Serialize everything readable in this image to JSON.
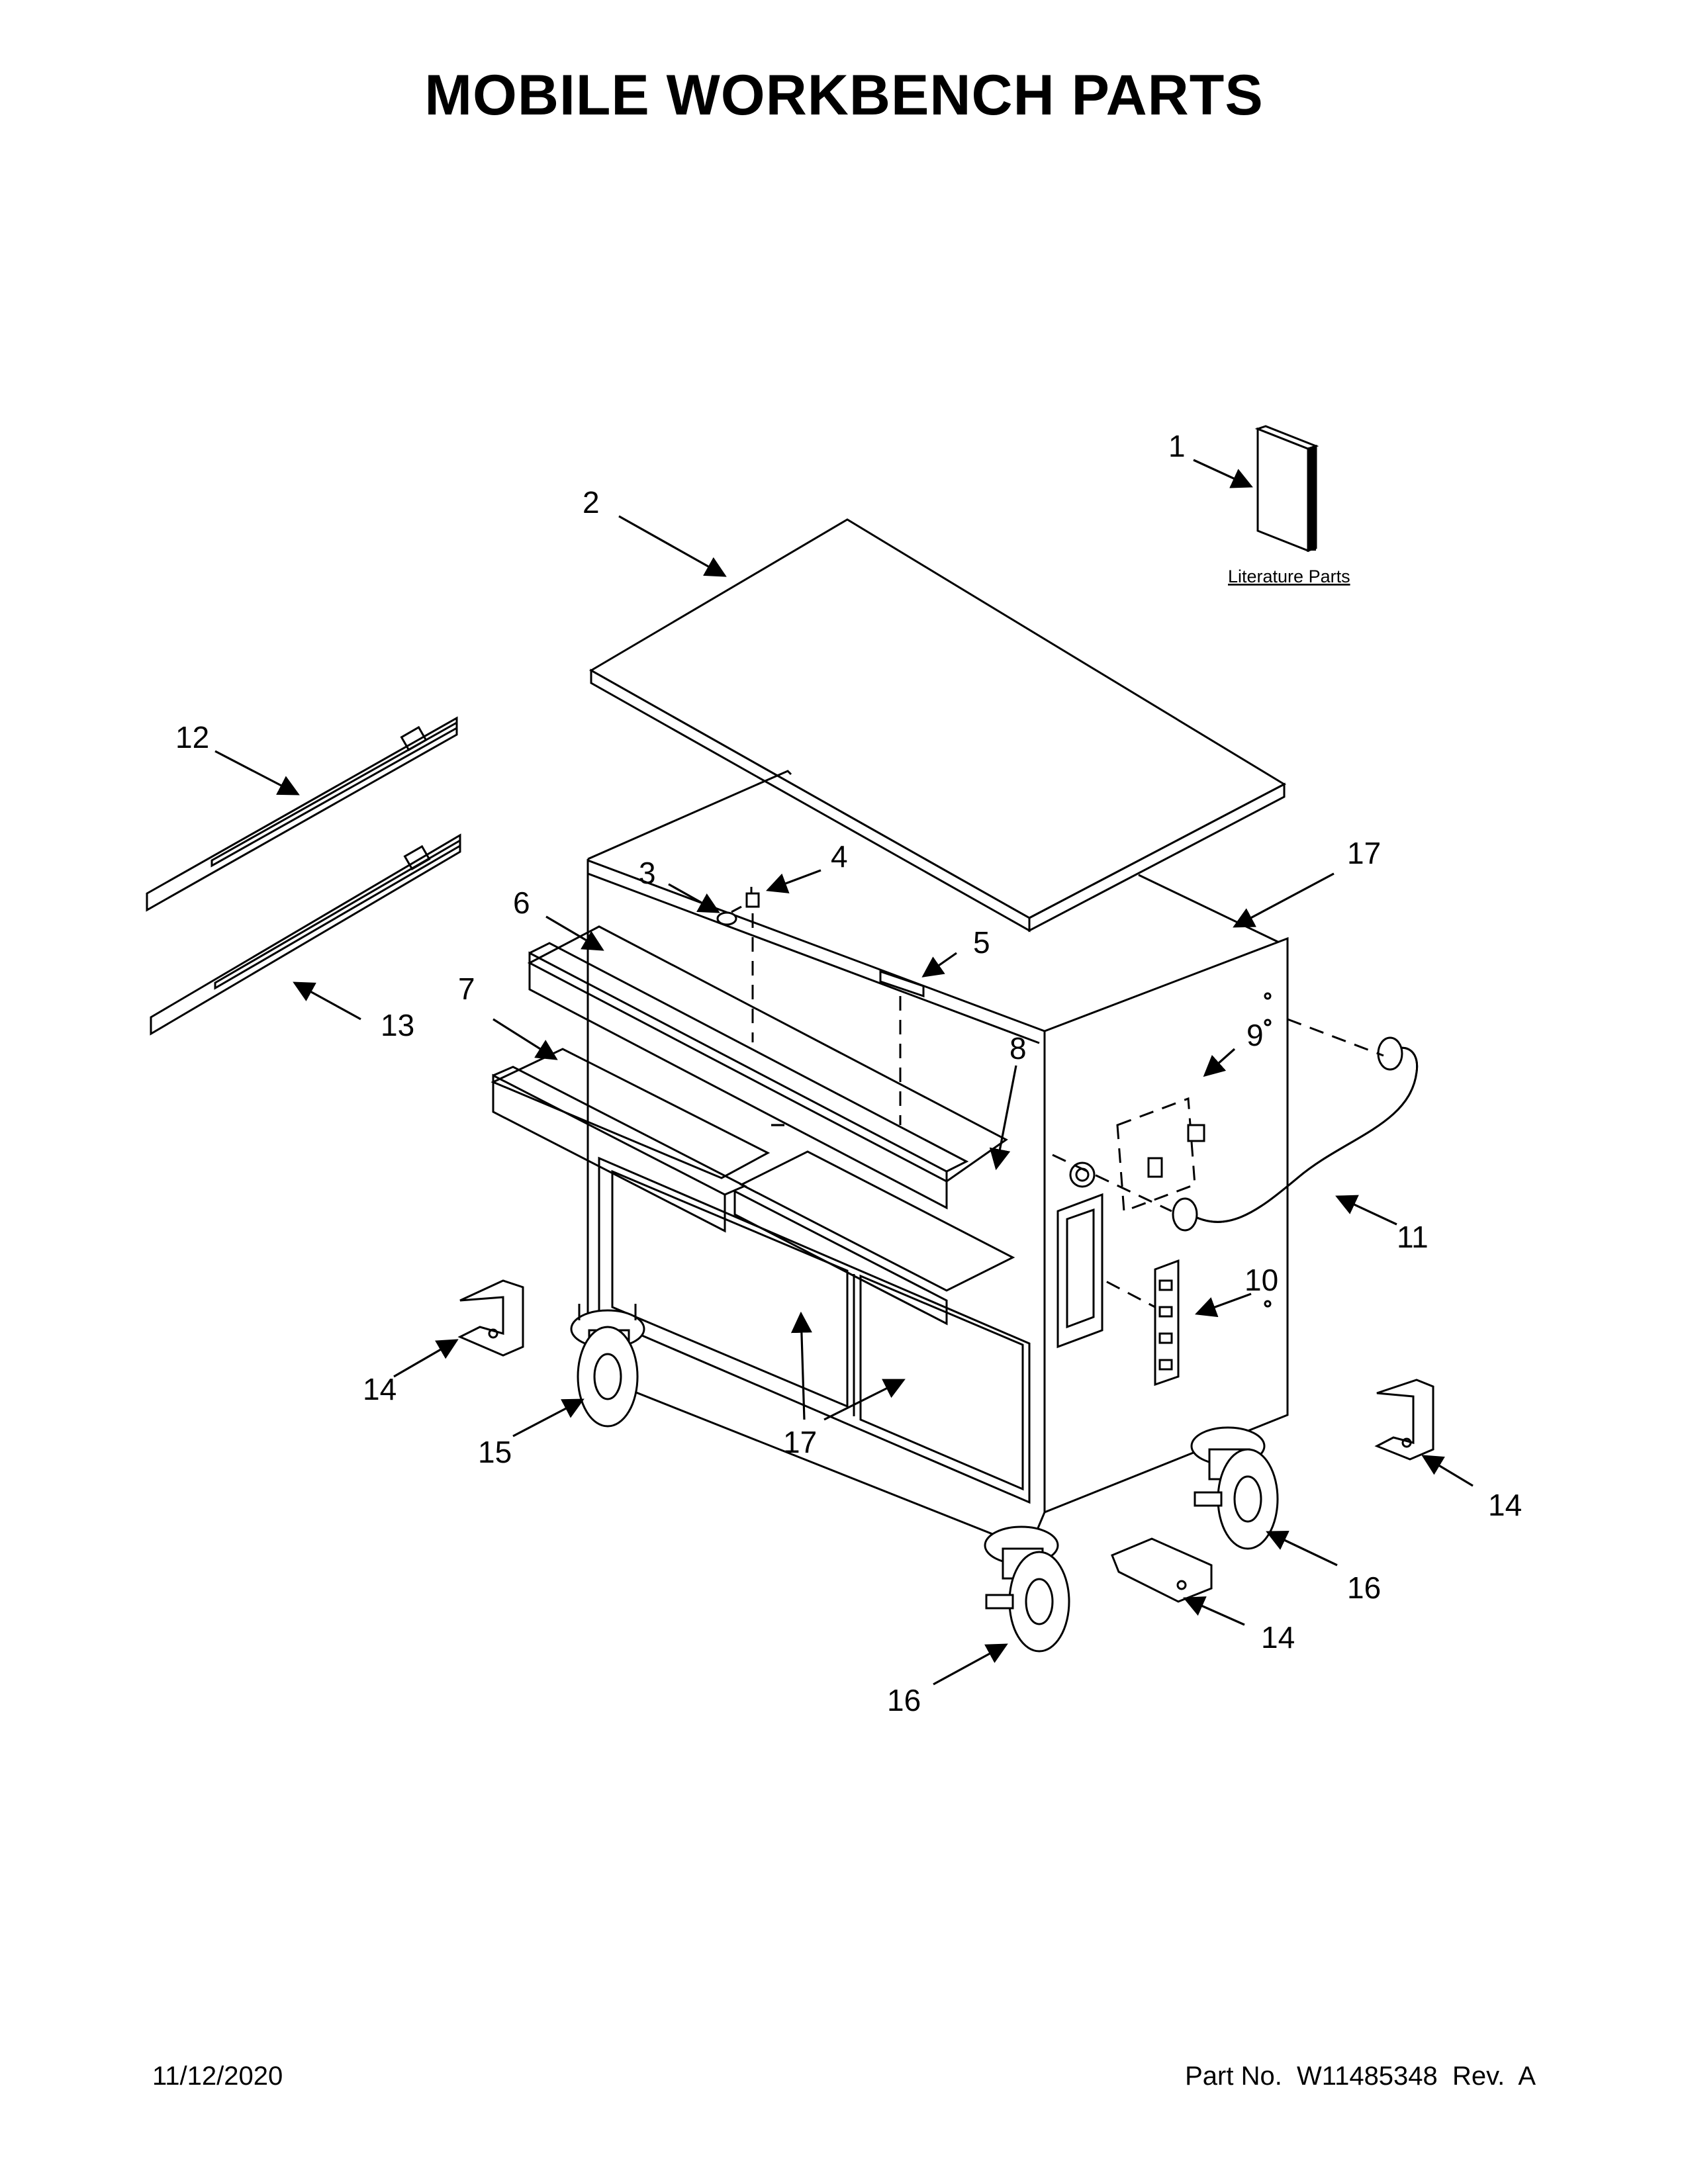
{
  "title": "MOBILE WORKBENCH PARTS",
  "literature_label": "Literature Parts",
  "callouts": [
    {
      "id": "c1",
      "label": "1"
    },
    {
      "id": "c2",
      "label": "2"
    },
    {
      "id": "c3",
      "label": "3"
    },
    {
      "id": "c4",
      "label": "4"
    },
    {
      "id": "c5",
      "label": "5"
    },
    {
      "id": "c6",
      "label": "6"
    },
    {
      "id": "c7",
      "label": "7"
    },
    {
      "id": "c8",
      "label": "8"
    },
    {
      "id": "c9",
      "label": "9"
    },
    {
      "id": "c10",
      "label": "10"
    },
    {
      "id": "c11",
      "label": "11"
    },
    {
      "id": "c12",
      "label": "12"
    },
    {
      "id": "c13",
      "label": "13"
    },
    {
      "id": "c14a",
      "label": "14"
    },
    {
      "id": "c14b",
      "label": "14"
    },
    {
      "id": "c14c",
      "label": "14"
    },
    {
      "id": "c15",
      "label": "15"
    },
    {
      "id": "c16a",
      "label": "16"
    },
    {
      "id": "c16b",
      "label": "16"
    },
    {
      "id": "c17a",
      "label": "17"
    },
    {
      "id": "c17b",
      "label": "17"
    }
  ],
  "footer": {
    "date": "11/12/2020",
    "part_number": "Part No.  W11485348  Rev.  A"
  }
}
